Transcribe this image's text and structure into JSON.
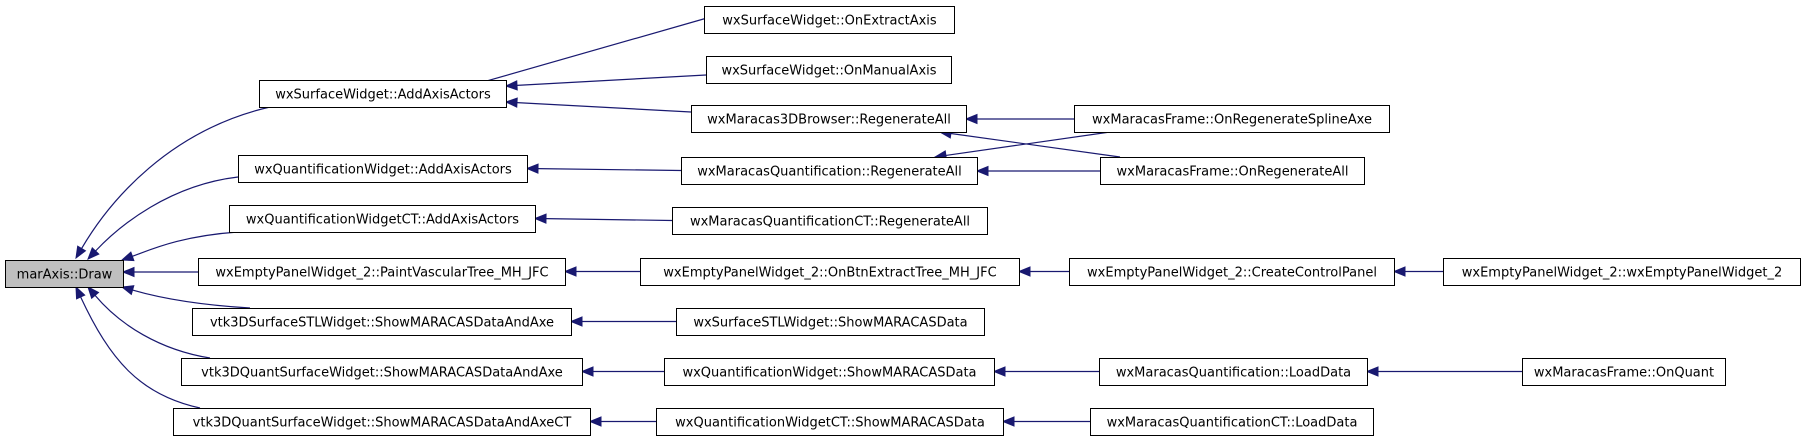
{
  "graph": {
    "direction": "right-to-left (callers on the right)",
    "edge_color": "#191970",
    "root_fill": "#bfbfbf",
    "nodes": [
      {
        "id": "root",
        "label": "marAxis::Draw",
        "interactable": true
      },
      {
        "id": "sw_addaxis",
        "label": "wxSurfaceWidget::AddAxisActors",
        "interactable": true
      },
      {
        "id": "qw_addaxis",
        "label": "wxQuantificationWidget::AddAxisActors",
        "interactable": true
      },
      {
        "id": "qwct_addaxis",
        "label": "wxQuantificationWidgetCT::AddAxisActors",
        "interactable": true
      },
      {
        "id": "ep_paint",
        "label": "wxEmptyPanelWidget_2::PaintVascularTree_MH_JFC",
        "interactable": true
      },
      {
        "id": "stl_show",
        "label": "vtk3DSurfaceSTLWidget::ShowMARACASDataAndAxe",
        "interactable": true
      },
      {
        "id": "qs_show",
        "label": "vtk3DQuantSurfaceWidget::ShowMARACASDataAndAxe",
        "interactable": true
      },
      {
        "id": "qs_showct",
        "label": "vtk3DQuantSurfaceWidget::ShowMARACASDataAndAxeCT",
        "interactable": true
      },
      {
        "id": "sw_extract",
        "label": "wxSurfaceWidget::OnExtractAxis",
        "interactable": true
      },
      {
        "id": "sw_manual",
        "label": "wxSurfaceWidget::OnManualAxis",
        "interactable": true
      },
      {
        "id": "m3d_regen",
        "label": "wxMaracas3DBrowser::RegenerateAll",
        "interactable": true
      },
      {
        "id": "mq_regen",
        "label": "wxMaracasQuantification::RegenerateAll",
        "interactable": true
      },
      {
        "id": "mqct_regen",
        "label": "wxMaracasQuantificationCT::RegenerateAll",
        "interactable": true
      },
      {
        "id": "ep_onbtn",
        "label": "wxEmptyPanelWidget_2::OnBtnExtractTree_MH_JFC",
        "interactable": true
      },
      {
        "id": "sstl_show",
        "label": "wxSurfaceSTLWidget::ShowMARACASData",
        "interactable": true
      },
      {
        "id": "qw_show",
        "label": "wxQuantificationWidget::ShowMARACASData",
        "interactable": true
      },
      {
        "id": "qwct_show",
        "label": "wxQuantificationWidgetCT::ShowMARACASData",
        "interactable": true
      },
      {
        "id": "mf_regenspline",
        "label": "wxMaracasFrame::OnRegenerateSplineAxe",
        "interactable": true
      },
      {
        "id": "mf_regenall",
        "label": "wxMaracasFrame::OnRegenerateAll",
        "interactable": true
      },
      {
        "id": "ep_create",
        "label": "wxEmptyPanelWidget_2::CreateControlPanel",
        "interactable": true
      },
      {
        "id": "mq_load",
        "label": "wxMaracasQuantification::LoadData",
        "interactable": true
      },
      {
        "id": "mqct_load",
        "label": "wxMaracasQuantificationCT::LoadData",
        "interactable": true
      },
      {
        "id": "ep_ctor",
        "label": "wxEmptyPanelWidget_2::wxEmptyPanelWidget_2",
        "interactable": true
      },
      {
        "id": "mf_onquant",
        "label": "wxMaracasFrame::OnQuant",
        "interactable": true
      }
    ],
    "edges": [
      {
        "from": "sw_addaxis",
        "to": "root"
      },
      {
        "from": "qw_addaxis",
        "to": "root"
      },
      {
        "from": "qwct_addaxis",
        "to": "root"
      },
      {
        "from": "ep_paint",
        "to": "root"
      },
      {
        "from": "stl_show",
        "to": "root"
      },
      {
        "from": "qs_show",
        "to": "root"
      },
      {
        "from": "qs_showct",
        "to": "root"
      },
      {
        "from": "sw_extract",
        "to": "sw_addaxis"
      },
      {
        "from": "sw_manual",
        "to": "sw_addaxis"
      },
      {
        "from": "m3d_regen",
        "to": "sw_addaxis"
      },
      {
        "from": "mq_regen",
        "to": "qw_addaxis"
      },
      {
        "from": "mqct_regen",
        "to": "qwct_addaxis"
      },
      {
        "from": "ep_onbtn",
        "to": "ep_paint"
      },
      {
        "from": "sstl_show",
        "to": "stl_show"
      },
      {
        "from": "qw_show",
        "to": "qs_show"
      },
      {
        "from": "qwct_show",
        "to": "qs_showct"
      },
      {
        "from": "mf_regenspline",
        "to": "m3d_regen"
      },
      {
        "from": "mf_regenall",
        "to": "m3d_regen"
      },
      {
        "from": "mf_regenspline",
        "to": "mq_regen"
      },
      {
        "from": "mf_regenall",
        "to": "mq_regen"
      },
      {
        "from": "ep_create",
        "to": "ep_onbtn"
      },
      {
        "from": "mq_load",
        "to": "qw_show"
      },
      {
        "from": "mqct_load",
        "to": "qwct_show"
      },
      {
        "from": "ep_ctor",
        "to": "ep_create"
      },
      {
        "from": "mf_onquant",
        "to": "mq_load"
      }
    ]
  }
}
